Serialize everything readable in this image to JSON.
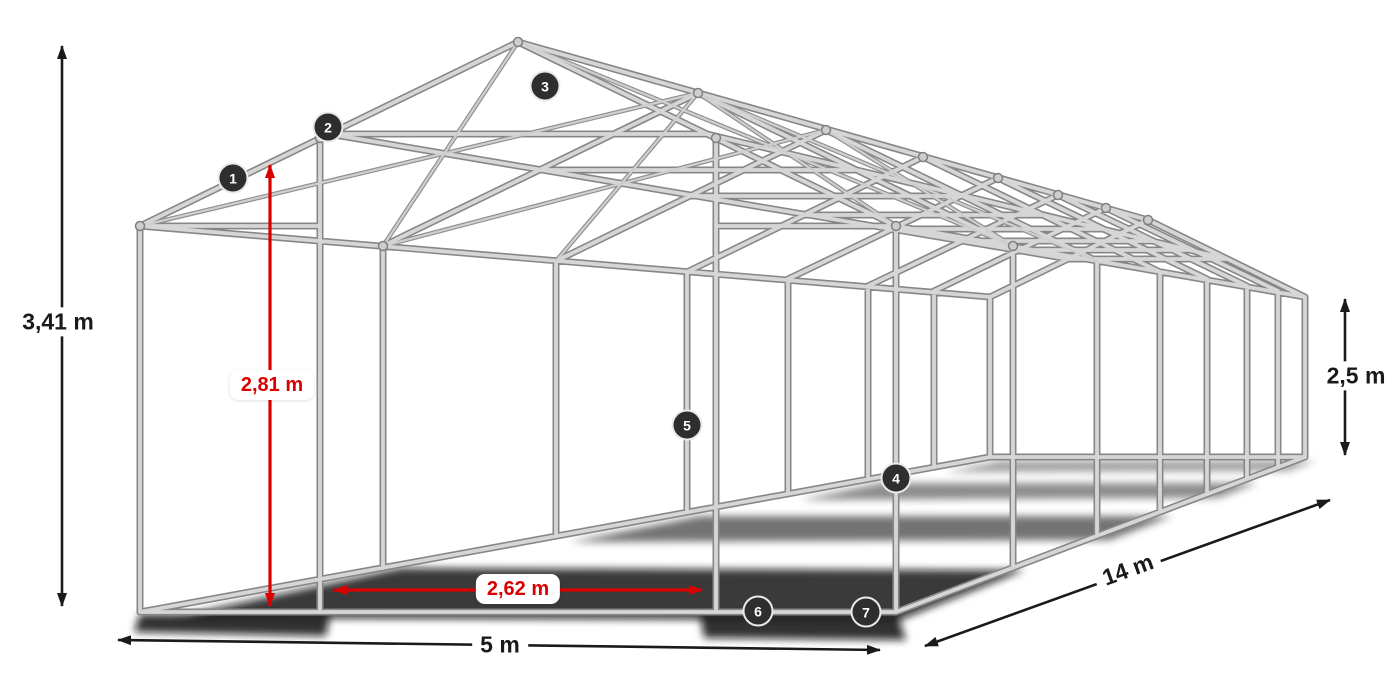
{
  "diagram": {
    "badges": [
      "1",
      "2",
      "3",
      "4",
      "5",
      "6",
      "7"
    ],
    "dimensions": {
      "total_height": "3,41 m",
      "side_height": "2,5 m",
      "width": "5 m",
      "length": "14 m",
      "door_height": "2,81 m",
      "door_width": "2,62 m"
    },
    "colors": {
      "accent_red": "#db0000",
      "dimension_black": "#1a1a1a",
      "badge_background": "#2e2e2e",
      "frame_light": "#d6d6d6",
      "frame_dark": "#878787",
      "background": "#ffffff"
    }
  }
}
